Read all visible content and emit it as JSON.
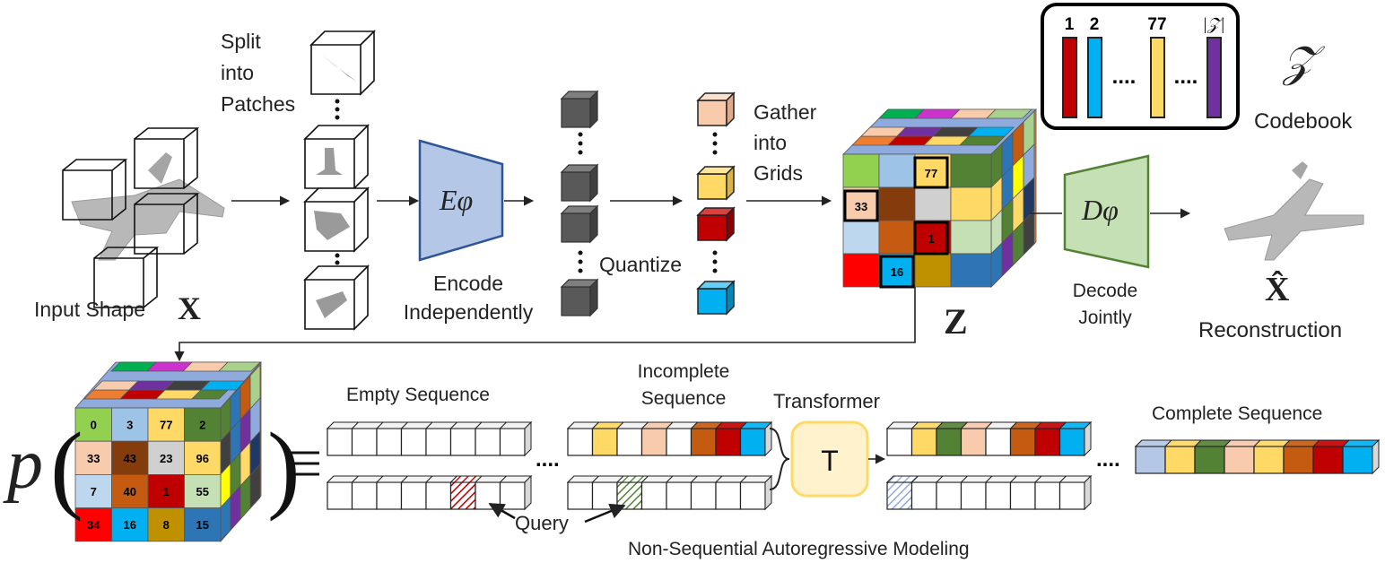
{
  "labels": {
    "split": "Split into Patches",
    "split_l1": "Split",
    "split_l2": "into",
    "split_l3": "Patches",
    "input_shape": "Input Shape",
    "input_symbol": "X",
    "encoder_symbol": "Eφ",
    "encode_l1": "Encode",
    "encode_l2": "Independently",
    "quantize": "Quantize",
    "gather_l1": "Gather",
    "gather_l2": "into",
    "gather_l3": "Grids",
    "grid_symbol": "Z",
    "decoder_symbol": "Dφ",
    "decode_l1": "Decode",
    "decode_l2": "Jointly",
    "recon_symbol": "X̂",
    "reconstruction": "Reconstruction",
    "codebook_symbol": "𝒵",
    "codebook": "Codebook",
    "empty_sequence": "Empty Sequence",
    "incomplete_l1": "Incomplete",
    "incomplete_l2": "Sequence",
    "transformer": "Transformer",
    "transformer_symbol": "T",
    "complete_sequence": "Complete Sequence",
    "query": "Query",
    "nsar": "Non-Sequential Autoregressive Modeling",
    "prob_p": "p",
    "ellipsis": "...."
  },
  "codebook": {
    "entries": [
      {
        "label": "1",
        "color": "#c00000"
      },
      {
        "label": "2",
        "color": "#00b0f0"
      },
      {
        "label": "77",
        "color": "#ffd966"
      },
      {
        "label": "|𝒵|",
        "color": "#7030a0"
      }
    ]
  },
  "grid_z_labels": {
    "a": "77",
    "b": "33",
    "c": "1",
    "d": "16"
  },
  "grid_front": [
    [
      {
        "t": "0",
        "c": "#92d050"
      },
      {
        "t": "3",
        "c": "#9dc3e6"
      },
      {
        "t": "77",
        "c": "#ffd966"
      },
      {
        "t": "2",
        "c": "#548235"
      }
    ],
    [
      {
        "t": "33",
        "c": "#f8cbad"
      },
      {
        "t": "43",
        "c": "#843c0c"
      },
      {
        "t": "23",
        "c": "#d0d0d0"
      },
      {
        "t": "96",
        "c": "#ffd966"
      }
    ],
    [
      {
        "t": "7",
        "c": "#bdd7ee"
      },
      {
        "t": "40",
        "c": "#c55a11"
      },
      {
        "t": "1",
        "c": "#c00000"
      },
      {
        "t": "55",
        "c": "#c5e0b4"
      }
    ],
    [
      {
        "t": "34",
        "c": "#ff0000"
      },
      {
        "t": "16",
        "c": "#00b0f0"
      },
      {
        "t": "8",
        "c": "#bf9000"
      },
      {
        "t": "15",
        "c": "#2e75b6"
      }
    ]
  ],
  "colors": {
    "encoder_fill": "#b4c7e7",
    "encoder_stroke": "#2f5597",
    "decoder_fill": "#c5e0b4",
    "decoder_stroke": "#548235",
    "transformer_fill": "#fff2cc",
    "transformer_stroke": "#ffd966",
    "dark_cube": "#595959"
  }
}
